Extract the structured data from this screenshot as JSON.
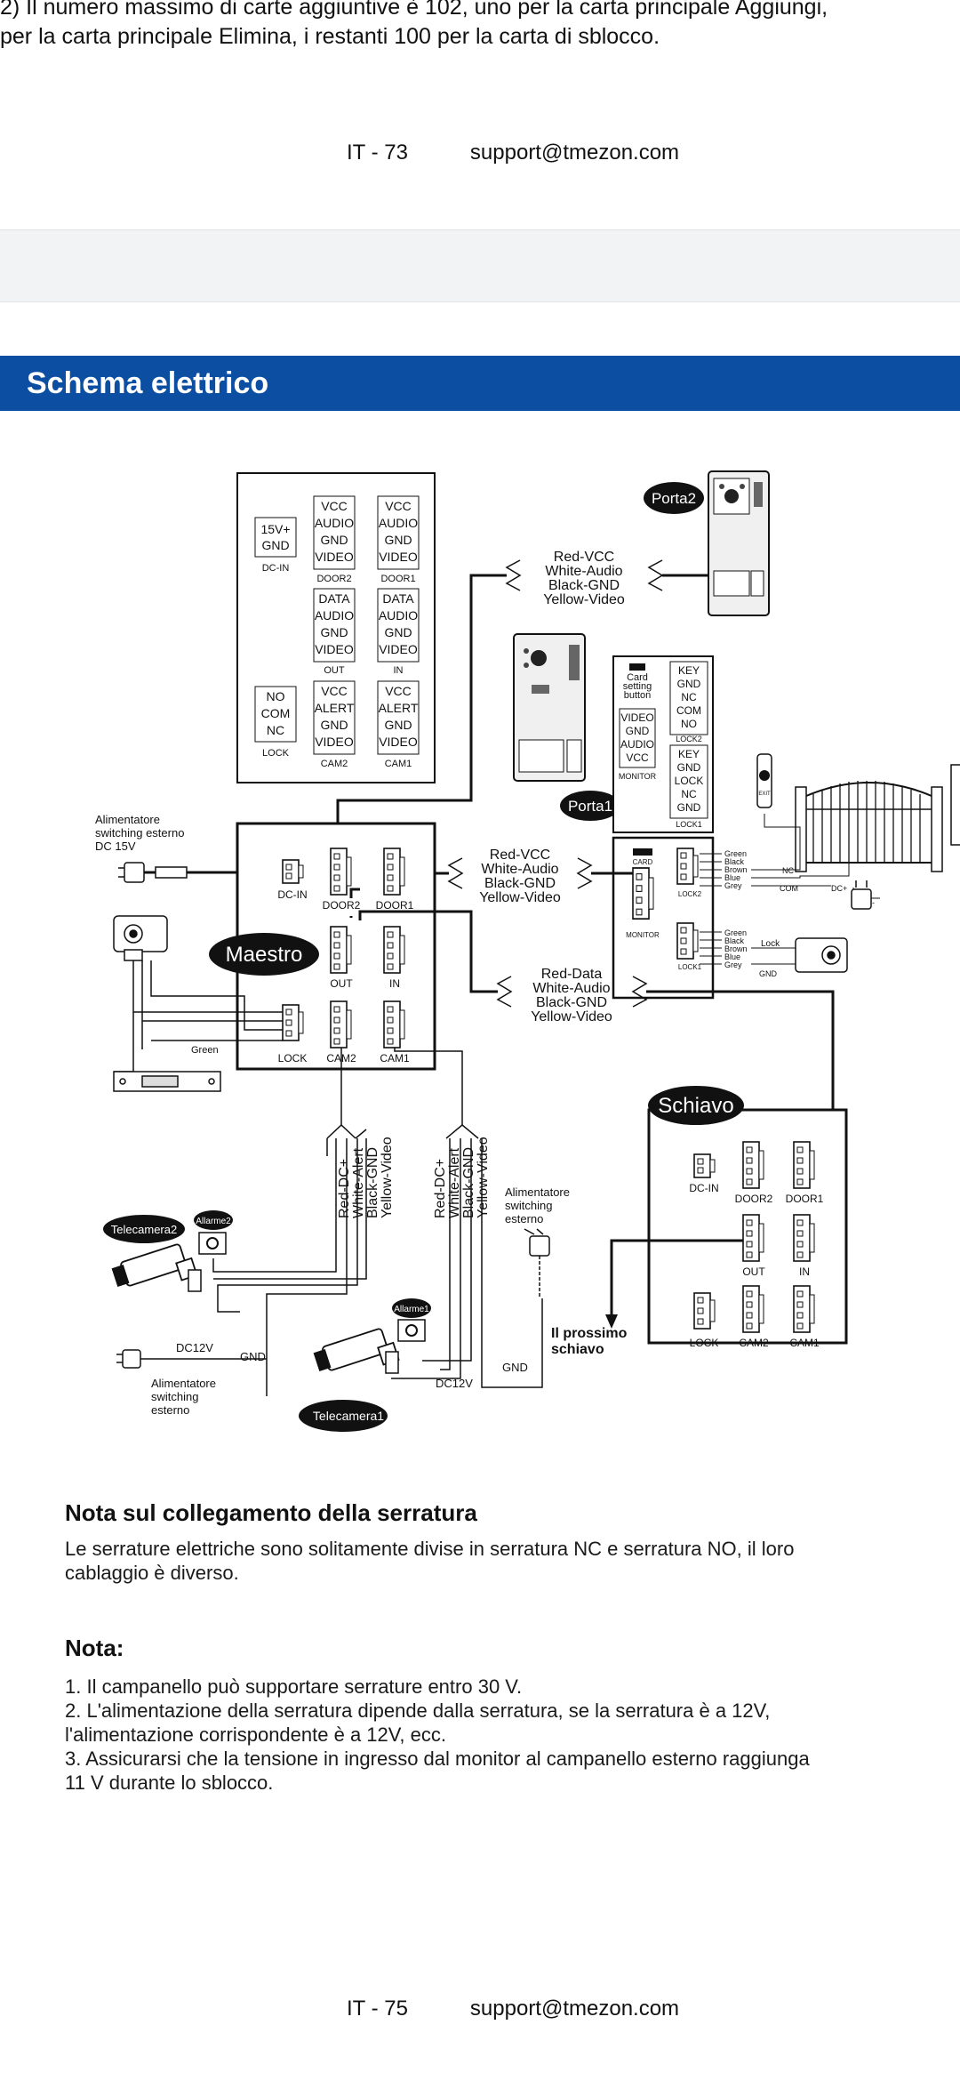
{
  "top_text": {
    "line1": "2) Il numero massimo di carte aggiuntive è 102, uno per la carta principale Aggiungi,",
    "line2": "per la carta principale Elimina, i restanti 100 per la carta di sblocco."
  },
  "footer_top": {
    "page": "IT - 73",
    "email": "support@tmezon.com"
  },
  "section": {
    "title": "Schema elettrico"
  },
  "diagram": {
    "monitor_labels": {
      "dcin_box": [
        "15V+",
        "GND"
      ],
      "dcin": "DC-IN",
      "door2_box": [
        "VCC",
        "AUDIO",
        "GND",
        "VIDEO"
      ],
      "door2": "DOOR2",
      "door1_box": [
        "VCC",
        "AUDIO",
        "GND",
        "VIDEO"
      ],
      "door1": "DOOR1",
      "out_box": [
        "DATA",
        "AUDIO",
        "GND",
        "VIDEO"
      ],
      "out": "OUT",
      "in_box": [
        "DATA",
        "AUDIO",
        "GND",
        "VIDEO"
      ],
      "in": "IN",
      "lock_box": [
        "NO",
        "COM",
        "NC"
      ],
      "lock": "LOCK",
      "cam2_box": [
        "VCC",
        "ALERT",
        "GND",
        "VIDEO"
      ],
      "cam2": "CAM2",
      "cam1_box": [
        "VCC",
        "ALERT",
        "GND",
        "VIDEO"
      ],
      "cam1": "CAM1"
    },
    "porta2": "Porta2",
    "porta1": "Porta1",
    "wires_door2": [
      "Red-VCC",
      "White-Audio",
      "Black-GND",
      "Yellow-Video"
    ],
    "wires_door1": [
      "Red-VCC",
      "White-Audio",
      "Black-GND",
      "Yellow-Video"
    ],
    "wires_data": [
      "Red-Data",
      "White-Audio",
      "Black-GND",
      "Yellow-Video"
    ],
    "wires_cam2": [
      "Red-DC+",
      "White-Alert",
      "Black-GND",
      "Yellow-Video"
    ],
    "wires_cam1": [
      "Red-DC+",
      "White-Alert",
      "Black-GND",
      "Yellow-Video"
    ],
    "outdoor": {
      "card_setting": [
        "Card",
        "setting",
        "button"
      ],
      "monitor_box": [
        "VIDEO",
        "GND",
        "AUDIO",
        "VCC"
      ],
      "monitor": "MONITOR",
      "lock2_box": [
        "KEY",
        "GND",
        "NC",
        "COM",
        "NO"
      ],
      "lock2": "LOCK2",
      "lock1_box": [
        "KEY",
        "GND",
        "LOCK",
        "NC",
        "GND"
      ],
      "lock1": "LOCK1",
      "card": "CARD",
      "lock2_port": "LOCK2",
      "lock1_port": "LOCK1",
      "monitor_port": "MONITOR",
      "colors_lock2": [
        "Green",
        "Black",
        "Brown",
        "Blue",
        "Grey"
      ],
      "colors_lock1": [
        "Green",
        "Black",
        "Brown",
        "Blue",
        "Grey"
      ],
      "nc": "NC",
      "com": "COM",
      "dcplus": "DC+",
      "dcminus": "DC-",
      "lock": "Lock",
      "gnd": "GND",
      "exit": "EXIT"
    },
    "power_main": [
      "Alimentatore",
      "switching esterno",
      "DC 15V"
    ],
    "maestro": "Maestro",
    "maestro_ports": {
      "dcin": "DC-IN",
      "door2": "DOOR2",
      "door1": "DOOR1",
      "out": "OUT",
      "in": "IN",
      "lock": "LOCK",
      "cam2": "CAM2",
      "cam1": "CAM1"
    },
    "green": "Green",
    "schiavo": "Schiavo",
    "schiavo_ports": {
      "dcin": "DC-IN",
      "door2": "DOOR2",
      "door1": "DOOR1",
      "out": "OUT",
      "in": "IN",
      "lock": "LOCK",
      "cam2": "CAM2",
      "cam1": "CAM1"
    },
    "next_slave": [
      "Il prossimo",
      "schiavo"
    ],
    "telecamera2": "Telecamera2",
    "allarme2": "Allarme2",
    "telecamera1": "Telecamera1",
    "allarme1": "Allarme1",
    "dc12v_a": "DC12V",
    "gnd_a": "GND",
    "dc12v_b": "DC12V",
    "gnd_b": "GND",
    "power_cam_left": [
      "Alimentatore",
      "switching",
      "esterno"
    ],
    "power_cam_right": [
      "Alimentatore",
      "switching",
      "esterno"
    ]
  },
  "note_lock": {
    "title": "Nota sul collegamento della serratura",
    "text1": "Le serrature elettriche sono solitamente divise in serratura NC e serratura NO, il loro",
    "text2": "cablaggio è diverso."
  },
  "note": {
    "title": "Nota:",
    "items": [
      "1. Il campanello può supportare serrature entro 30 V.",
      "2. L'alimentazione della serratura dipende dalla serratura, se la serratura è a 12V,",
      "l'alimentazione corrispondente è a 12V, ecc.",
      "3. Assicurarsi che la tensione in ingresso dal monitor al campanello esterno raggiunga",
      "11 V durante lo sblocco."
    ]
  },
  "footer_bottom": {
    "page": "IT - 75",
    "email": "support@tmezon.com"
  }
}
